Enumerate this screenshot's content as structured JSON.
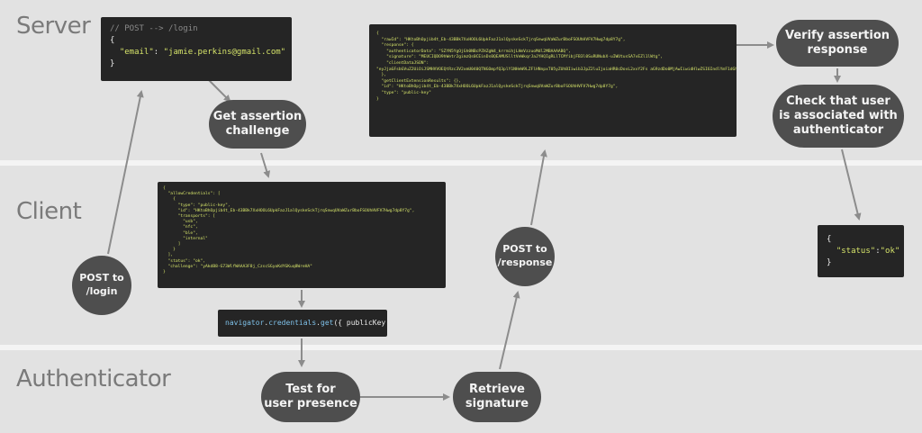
{
  "lanes": {
    "server": "Server",
    "client": "Client",
    "authenticator": "Authenticator"
  },
  "login_request": {
    "comment": "// POST --> /login",
    "open": "{",
    "key": "\"email\"",
    "colon": ": ",
    "value": "\"jamie.perkins@gmail.com\"",
    "close": "}"
  },
  "nodes": {
    "post_login": "POST to\n/login",
    "get_assertion": "Get assertion\nchallenge",
    "test_presence": "Test for\nuser presence",
    "retrieve_signature": "Retrieve\nsignature",
    "post_response": "POST to\n/response",
    "verify": "Verify assertion\nresponse",
    "check_user": "Check that user\nis associated with\nauthenticator"
  },
  "allow_credentials_code": "{\n  \"allowCredentials\": [\n    {\n      \"type\": \"public-key\",\n      \"id\": \"HKtoBhOpjib4t_Eb-43BBk7XxHOOL6UpkFazJ1alQyskeSckTjrqSnwqUVaWZurBboFSOUhHVFV7Hwg7dp8Y7g\",\n      \"transports\": [\n        \"usb\",\n        \"nfc\",\n        \"ble\",\n        \"internal\"\n      ]\n    }\n  ],\n  \"status\": \"ok\",\n  \"challenge\": \"yAkdB8-G73WlfWAAA3F8j_CzscSGyoKdYGKuq8WreHA\"\n}",
  "credentials_call": {
    "obj": "navigator",
    "dot1": ".",
    "prop": "credentials",
    "dot2": ".",
    "method": "get",
    "args": "({ publicKey });"
  },
  "response_code": "{\n  \"rawId\": \"HKtoBhOpjib4t_Eb-43BBk7XxHOOL6UpkFazJ1alQyskeSckTjrqSnwqUVaWZurBboFSOUhHVFV7Hwg7dp8Y7g\",\n  \"response\": {\n    \"authenticatorData\": \"SZYN5YgOjGh0NBcPZHZgW4_krrmihjLHmVzzuoMdl2MBAAAABQ\",\n    \"signature\": \"MEUCIQDO9hWetr2gimzQs0CEinDs0QEAMUSlltVeWkqrJaJYHQIgRLlTCMfibjFB3l0SuRUNubX-uIWUtusSA7vEZl1lWtg\",\n    \"clientDataJSON\":\n\"eyJjaGFsbGVuZ2UiOiJSMHVVOEQtRzc3V2xmU040QTNGOmpfQ3plY1NHeW9LZFlHNnpxT05yZUhBIiwib3JpZ2luIjoiaHR0cDovL2xvY2Fs aG9zdDo0MjAwIiwidHlwZSI6IndlYmF1dGhuLmdldCJ9\"\n  },\n  \"getClientExtensionResults\": {},\n  \"id\": \"HKtoBhOpjib4t_Eb-43BBk7XxHOOL6UpkFazJ1alQyskeSckTjrqSnwqUVaWZurBboFSOUhHVFV7Hwg7dp8Y7g\",\n  \"type\": \"public-key\"\n}",
  "status_response": {
    "open": "{",
    "key": "\"status\"",
    "colon": ":",
    "value": "\"ok\"",
    "close": "}"
  },
  "colors": {
    "background": "#e2e2e2",
    "separator": "#f4f4f4",
    "node": "#4e4e4e",
    "code_bg": "#252525",
    "code_string": "#d6e46a",
    "arrow": "#8c8c8c"
  }
}
